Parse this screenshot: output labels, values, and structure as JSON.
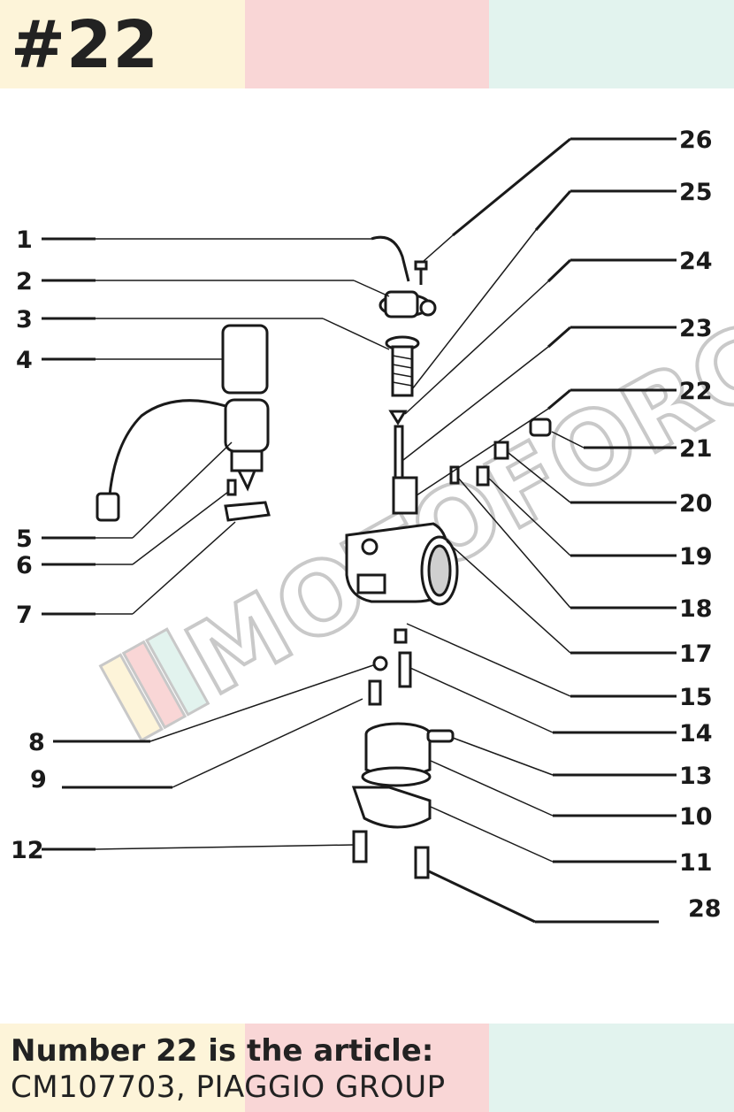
{
  "header": {
    "part_number_title": "#22",
    "band_colors": [
      "#fdf4d9",
      "#f9d6d6",
      "#e2f3ee"
    ]
  },
  "footer": {
    "article_heading": "Number 22 is the article:",
    "article_code": "CM107703, PIAGGIO GROUP",
    "band_colors": [
      "#fdf4d9",
      "#f9d6d6",
      "#e2f3ee"
    ]
  },
  "watermark": {
    "text": "MOTOFORCIA",
    "stripe_colors": [
      "#fdf4d9",
      "#f9d6d6",
      "#e2f3ee"
    ]
  },
  "callouts": {
    "c1": "1",
    "c2": "2",
    "c3": "3",
    "c4": "4",
    "c5": "5",
    "c6": "6",
    "c7": "7",
    "c8": "8",
    "c9": "9",
    "c12": "12",
    "c26": "26",
    "c25": "25",
    "c24": "24",
    "c23": "23",
    "c22": "22",
    "c21": "21",
    "c20": "20",
    "c19": "19",
    "c18": "18",
    "c17": "17",
    "c15": "15",
    "c14": "14",
    "c13": "13",
    "c10": "10",
    "c11": "11",
    "c28": "28"
  }
}
